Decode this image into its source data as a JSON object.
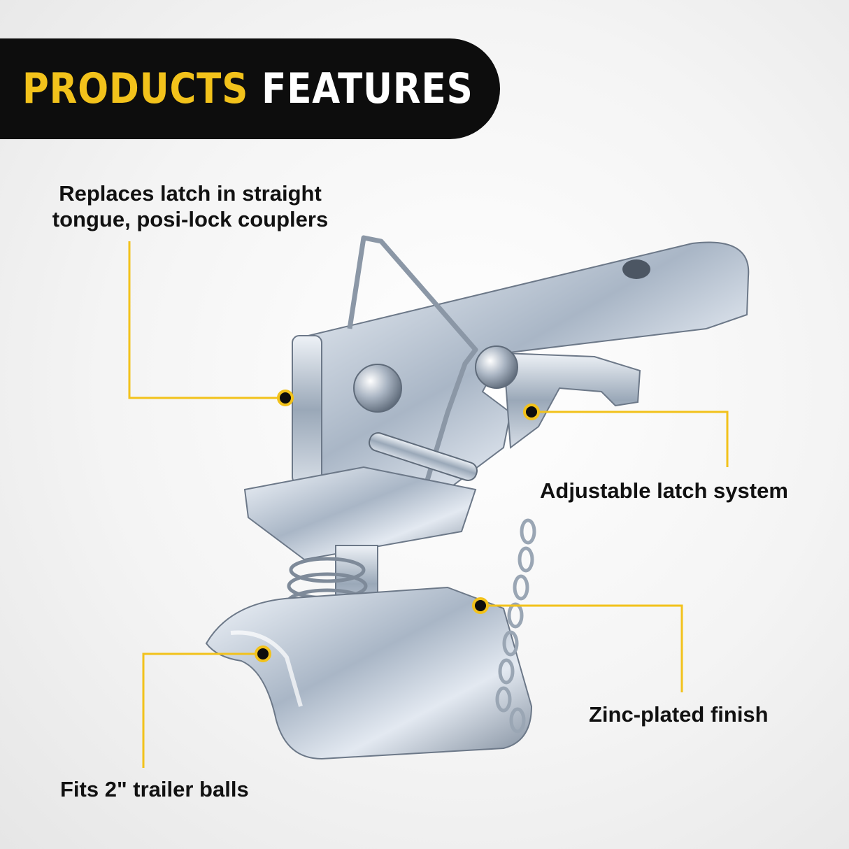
{
  "banner": {
    "title_accent": "PRODUCTS",
    "title_main": "FEATURES"
  },
  "features": {
    "replaces_line1": "Replaces latch in straight",
    "replaces_line2": "tongue, posi-lock couplers",
    "adjustable": "Adjustable latch system",
    "zinc": "Zinc-plated finish",
    "fits": "Fits 2\" trailer balls"
  },
  "colors": {
    "accent": "#f2c21b",
    "banner_bg": "#0d0d0d",
    "text": "#111111"
  }
}
